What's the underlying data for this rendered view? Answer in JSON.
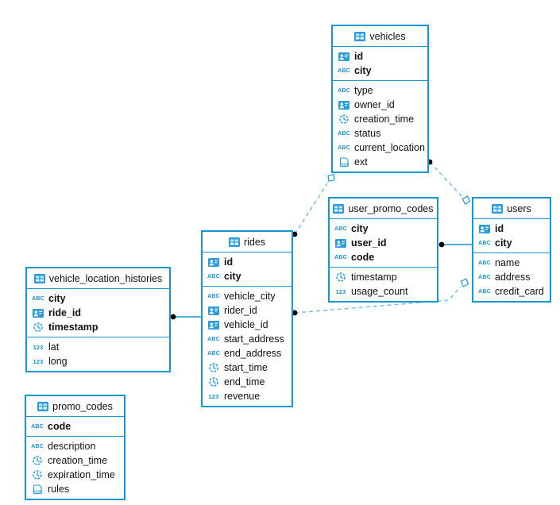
{
  "diagram": {
    "tables": [
      {
        "name": "vehicles",
        "columns": [
          {
            "name": "id",
            "type": "id",
            "pk": true
          },
          {
            "name": "city",
            "type": "text",
            "pk": true
          },
          {
            "name": "type",
            "type": "text",
            "pk": false
          },
          {
            "name": "owner_id",
            "type": "id",
            "pk": false
          },
          {
            "name": "creation_time",
            "type": "time",
            "pk": false
          },
          {
            "name": "status",
            "type": "text",
            "pk": false
          },
          {
            "name": "current_location",
            "type": "text",
            "pk": false
          },
          {
            "name": "ext",
            "type": "json",
            "pk": false
          }
        ]
      },
      {
        "name": "user_promo_codes",
        "columns": [
          {
            "name": "city",
            "type": "text",
            "pk": true
          },
          {
            "name": "user_id",
            "type": "id",
            "pk": true
          },
          {
            "name": "code",
            "type": "text",
            "pk": true
          },
          {
            "name": "timestamp",
            "type": "time",
            "pk": false
          },
          {
            "name": "usage_count",
            "type": "number",
            "pk": false
          }
        ]
      },
      {
        "name": "users",
        "columns": [
          {
            "name": "id",
            "type": "id",
            "pk": true
          },
          {
            "name": "city",
            "type": "text",
            "pk": true
          },
          {
            "name": "name",
            "type": "text",
            "pk": false
          },
          {
            "name": "address",
            "type": "text",
            "pk": false
          },
          {
            "name": "credit_card",
            "type": "text",
            "pk": false
          }
        ]
      },
      {
        "name": "rides",
        "columns": [
          {
            "name": "id",
            "type": "id",
            "pk": true
          },
          {
            "name": "city",
            "type": "text",
            "pk": true
          },
          {
            "name": "vehicle_city",
            "type": "text",
            "pk": false
          },
          {
            "name": "rider_id",
            "type": "id",
            "pk": false
          },
          {
            "name": "vehicle_id",
            "type": "id",
            "pk": false
          },
          {
            "name": "start_address",
            "type": "text",
            "pk": false
          },
          {
            "name": "end_address",
            "type": "text",
            "pk": false
          },
          {
            "name": "start_time",
            "type": "time",
            "pk": false
          },
          {
            "name": "end_time",
            "type": "time",
            "pk": false
          },
          {
            "name": "revenue",
            "type": "number",
            "pk": false
          }
        ]
      },
      {
        "name": "vehicle_location_histories",
        "columns": [
          {
            "name": "city",
            "type": "text",
            "pk": true
          },
          {
            "name": "ride_id",
            "type": "id",
            "pk": true
          },
          {
            "name": "timestamp",
            "type": "time",
            "pk": true
          },
          {
            "name": "lat",
            "type": "number",
            "pk": false
          },
          {
            "name": "long",
            "type": "number",
            "pk": false
          }
        ]
      },
      {
        "name": "promo_codes",
        "columns": [
          {
            "name": "code",
            "type": "text",
            "pk": true
          },
          {
            "name": "description",
            "type": "text",
            "pk": false
          },
          {
            "name": "creation_time",
            "type": "time",
            "pk": false
          },
          {
            "name": "expiration_time",
            "type": "time",
            "pk": false
          },
          {
            "name": "rules",
            "type": "json",
            "pk": false
          }
        ]
      }
    ],
    "relationships": [
      {
        "from": "rides",
        "to": "vehicles",
        "style": "dashed"
      },
      {
        "from": "vehicles",
        "to": "users",
        "style": "dashed"
      },
      {
        "from": "user_promo_codes",
        "to": "users",
        "style": "solid"
      },
      {
        "from": "rides",
        "to": "users",
        "style": "dashed"
      },
      {
        "from": "vehicle_location_histories",
        "to": "rides",
        "style": "solid"
      }
    ],
    "colors": {
      "table_border": "#1496d3",
      "icon_blue": "#2b9cd8",
      "dashed_line": "#72bce8",
      "solid_line": "#1496d3",
      "dot": "#000000",
      "text": "#111111"
    }
  }
}
